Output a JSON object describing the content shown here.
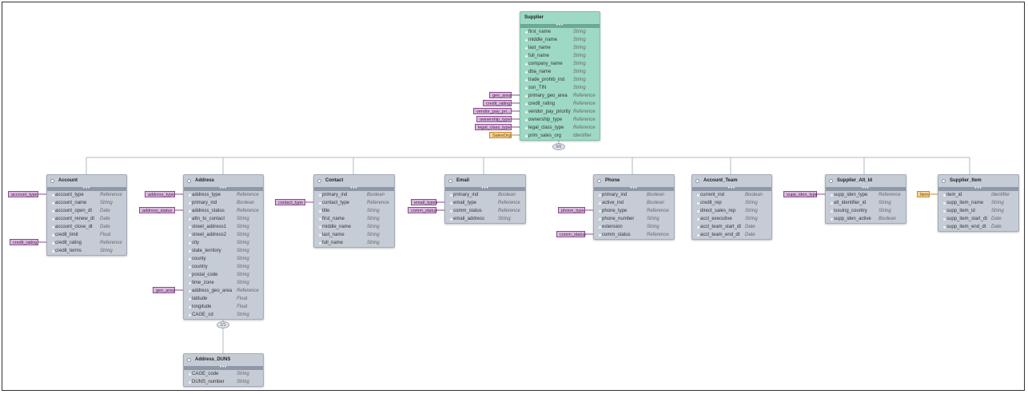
{
  "colors": {
    "entity": "#c6ccd6",
    "root_entity": "#9dd9c4",
    "reference_tag": "#dab9dd",
    "identifier_tag": "#f6d49b",
    "connector": "#b0b7c3"
  },
  "root_badge": "0/0",
  "address_duns_badge": "1/1",
  "bar_icon": "•••",
  "entities": {
    "supplier": {
      "title": "Supplier",
      "fields": [
        {
          "name": "first_name",
          "type": "String"
        },
        {
          "name": "middle_name",
          "type": "String"
        },
        {
          "name": "last_name",
          "type": "String"
        },
        {
          "name": "full_name",
          "type": "String"
        },
        {
          "name": "company_name",
          "type": "String"
        },
        {
          "name": "dba_name",
          "type": "String"
        },
        {
          "name": "trade_prohib_ind",
          "type": "String"
        },
        {
          "name": "ssn_TIN",
          "type": "String"
        },
        {
          "name": "primary_geo_area",
          "type": "Reference",
          "tag": "geo_area"
        },
        {
          "name": "credit_rating",
          "type": "Reference",
          "tag": "credit_rating"
        },
        {
          "name": "vendor_pay_priority",
          "type": "Reference",
          "tag": "vendor_pay_pri..."
        },
        {
          "name": "ownership_type",
          "type": "Reference",
          "tag": "ownership_type"
        },
        {
          "name": "legal_class_type",
          "type": "Reference",
          "tag": "legal_class_type"
        },
        {
          "name": "prim_sales_org",
          "type": "Identifier",
          "tag": "SalesOrg",
          "tag_kind": "identifier"
        }
      ]
    },
    "account": {
      "title": "Account",
      "fields": [
        {
          "name": "account_type",
          "type": "Reference",
          "tag": "account_type"
        },
        {
          "name": "account_name",
          "type": "String"
        },
        {
          "name": "account_open_dt",
          "type": "Date"
        },
        {
          "name": "account_renew_dt",
          "type": "Date"
        },
        {
          "name": "account_close_dt",
          "type": "Date"
        },
        {
          "name": "credit_limit",
          "type": "Float"
        },
        {
          "name": "credit_rating",
          "type": "Reference",
          "tag": "credit_rating"
        },
        {
          "name": "credit_terms",
          "type": "String"
        }
      ]
    },
    "address": {
      "title": "Address",
      "fields": [
        {
          "name": "address_type",
          "type": "Reference",
          "tag": "address_type"
        },
        {
          "name": "primary_ind",
          "type": "Boolean"
        },
        {
          "name": "address_status",
          "type": "Reference",
          "tag": "address_status"
        },
        {
          "name": "attn_to_contact",
          "type": "String"
        },
        {
          "name": "street_address1",
          "type": "String"
        },
        {
          "name": "street_address2",
          "type": "String"
        },
        {
          "name": "city",
          "type": "String"
        },
        {
          "name": "state_territory",
          "type": "String"
        },
        {
          "name": "county",
          "type": "String"
        },
        {
          "name": "country",
          "type": "String"
        },
        {
          "name": "postal_code",
          "type": "String"
        },
        {
          "name": "time_zone",
          "type": "String"
        },
        {
          "name": "address_geo_area",
          "type": "Reference",
          "tag": "geo_area"
        },
        {
          "name": "latitude",
          "type": "Float"
        },
        {
          "name": "longitude",
          "type": "Float"
        },
        {
          "name": "CAGE_cd",
          "type": "String"
        }
      ]
    },
    "contact": {
      "title": "Contact",
      "fields": [
        {
          "name": "primary_ind",
          "type": "Boolean"
        },
        {
          "name": "contact_type",
          "type": "Reference",
          "tag": "contact_type"
        },
        {
          "name": "title",
          "type": "String"
        },
        {
          "name": "first_name",
          "type": "String"
        },
        {
          "name": "middle_name",
          "type": "String"
        },
        {
          "name": "last_name",
          "type": "String"
        },
        {
          "name": "full_name",
          "type": "String"
        }
      ]
    },
    "email": {
      "title": "Email",
      "fields": [
        {
          "name": "primary_ind",
          "type": "Boolean"
        },
        {
          "name": "email_type",
          "type": "Reference",
          "tag": "email_types"
        },
        {
          "name": "comm_status",
          "type": "Reference",
          "tag": "comm_status"
        },
        {
          "name": "email_address",
          "type": "String"
        }
      ]
    },
    "phone": {
      "title": "Phone",
      "fields": [
        {
          "name": "primary_ind",
          "type": "Boolean"
        },
        {
          "name": "active_ind",
          "type": "Boolean"
        },
        {
          "name": "phone_type",
          "type": "Reference",
          "tag": "phone_type"
        },
        {
          "name": "phone_number",
          "type": "String"
        },
        {
          "name": "extension",
          "type": "String"
        },
        {
          "name": "comm_status",
          "type": "Reference",
          "tag": "comm_status"
        }
      ]
    },
    "account_team": {
      "title": "Account_Team",
      "fields": [
        {
          "name": "current_ind",
          "type": "Boolean"
        },
        {
          "name": "credit_rep",
          "type": "String"
        },
        {
          "name": "direct_sales_rep",
          "type": "String"
        },
        {
          "name": "acct_executive",
          "type": "String"
        },
        {
          "name": "acct_team_start_dt",
          "type": "Date"
        },
        {
          "name": "acct_team_end_dt",
          "type": "Date"
        }
      ]
    },
    "supplier_alt_id": {
      "title": "Supplier_Alt_Id",
      "fields": [
        {
          "name": "supp_iden_type",
          "type": "Reference",
          "tag": "supp_iden_type"
        },
        {
          "name": "alt_identifier_id",
          "type": "String"
        },
        {
          "name": "issuing_country",
          "type": "String"
        },
        {
          "name": "supp_iden_active",
          "type": "Boolean"
        }
      ]
    },
    "supplier_item": {
      "title": "Supplier_Item",
      "fields": [
        {
          "name": "item_id",
          "type": "Identifier",
          "tag": "Item",
          "tag_kind": "identifier"
        },
        {
          "name": "supp_item_name",
          "type": "String"
        },
        {
          "name": "supp_item_id",
          "type": "String"
        },
        {
          "name": "supp_item_start_dt",
          "type": "Date"
        },
        {
          "name": "supp_item_end_dt",
          "type": "Date"
        }
      ]
    },
    "address_duns": {
      "title": "Address_DUNS",
      "fields": [
        {
          "name": "CAGE_code",
          "type": "String"
        },
        {
          "name": "DUNS_number",
          "type": "String"
        }
      ]
    }
  }
}
